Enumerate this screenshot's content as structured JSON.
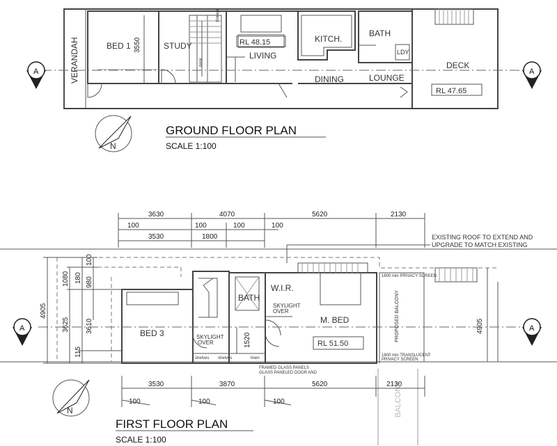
{
  "ground_floor": {
    "title": "GROUND FLOOR PLAN",
    "scale": "SCALE 1:100",
    "rooms": {
      "verandah": "VERANDAH",
      "bed1": "BED 1",
      "study": "STUDY",
      "living": "LIVING",
      "kitchen": "KITCH.",
      "bath": "BATH",
      "laundry": "LDY",
      "dining": "DINING",
      "lounge": "LOUNGE",
      "deck": "DECK"
    },
    "levels": {
      "living": "RL 48.15",
      "deck": "RL 47.65"
    },
    "dimension": "3550",
    "stair_notes": [
      "storage",
      "desk"
    ]
  },
  "first_floor": {
    "title": "FIRST FLOOR PLAN",
    "scale": "SCALE 1:100",
    "rooms": {
      "bed3": "BED 3",
      "bath": "BATH",
      "wir": "W.I.R.",
      "mbed": "M. BED",
      "balcony": "BALCONY",
      "proposed_balcony": "PROPOSED BALCONY"
    },
    "level": "RL 51.50",
    "skylights": [
      "SKYLIGHT",
      "OVER",
      "SKYLIGHT",
      "OVER"
    ],
    "shelves": [
      "shelves",
      "shelves",
      "linen"
    ],
    "notes": {
      "roof": [
        "EXISTING ROOF TO EXTEND AND",
        "UPGRADE TO MATCH EXISTING"
      ],
      "privacy_top": "1800 min PRIVACY SCREEN",
      "privacy_bottom": [
        "1800 min TRANSLUCENT",
        "PRIVACY SCREEN"
      ],
      "door": [
        "FRAMED GLASS PANELS",
        "GLASS PANELED DOOR AND"
      ]
    },
    "dims_top_outer": [
      "3630",
      "4070",
      "5620",
      "2130"
    ],
    "dims_top_inner": [
      "100",
      "100",
      "100",
      "100"
    ],
    "dims_top_mid": [
      "3530",
      "1800"
    ],
    "dims_left": [
      "4905",
      "3625",
      "1080",
      "180",
      "100",
      "980",
      "3610",
      "115"
    ],
    "dims_right": "4905",
    "dim_stair": "1520",
    "dims_bottom": [
      "3530",
      "3870",
      "5620",
      "2130"
    ],
    "dims_bottom_small": [
      "100",
      "100",
      "100"
    ]
  },
  "section_marker": "A",
  "north": "N"
}
